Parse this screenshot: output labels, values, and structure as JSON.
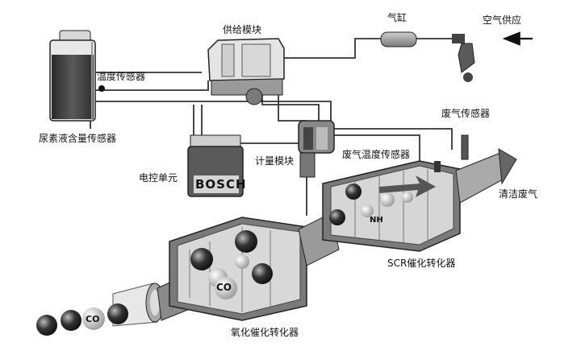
{
  "labels": {
    "supply_module": "供给模块",
    "cylinder": "气缸",
    "air_supply": "空气供应",
    "temp_sensor": "温度传感器",
    "urea_sensor": "尿素液含量传感器",
    "exhaust_sensor": "废气传感器",
    "dosing_module": "计量模块",
    "exhaust_temp_sensor": "废气温度传感器",
    "ecu": "电控单元",
    "clean_exhaust": "清洁废气",
    "scr_catalyst": "SCR催化转化器",
    "oxidation_catalyst": "氧化催化转化器"
  },
  "ecu_logo": "BOSCH",
  "molecules": {
    "co_in": "CO",
    "co_oxi": "CO",
    "nh": "NH"
  },
  "colors": {
    "ink": "#111111",
    "metal_dark": "#6e6e6e",
    "metal_light": "#bdbdbd",
    "liquid": "#3a3a3a"
  }
}
